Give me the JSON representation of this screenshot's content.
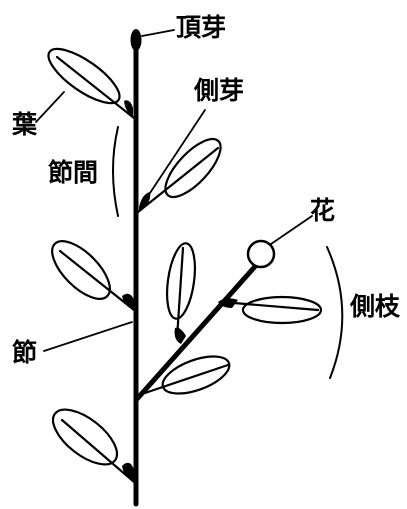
{
  "labels": {
    "terminal_bud": "頂芽",
    "lateral_bud": "側芽",
    "leaf": "葉",
    "internode": "節間",
    "flower": "花",
    "lateral_branch": "側枝",
    "node": "節"
  },
  "colors": {
    "ink": "#000000",
    "background": "#ffffff"
  }
}
